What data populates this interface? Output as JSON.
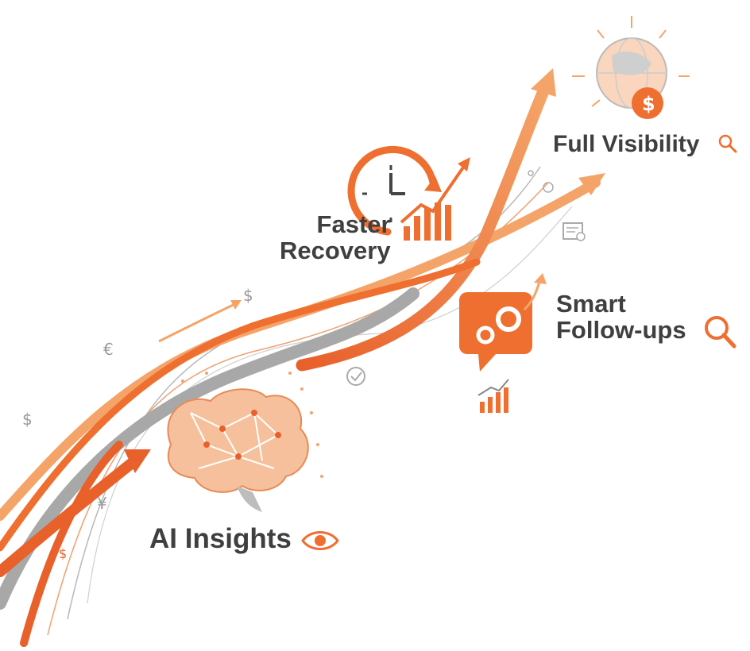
{
  "labels": {
    "ai_insights": "AI Insights",
    "faster": "Faster",
    "recovery": "Recovery",
    "smart": "Smart",
    "followups": "Follow-ups",
    "full_visibility": "Full Visibility"
  },
  "currency_symbols": {
    "dollar_top": "$",
    "euro": "€",
    "dollar_left": "$",
    "yen": "¥",
    "dollar_bottom": "$",
    "dollar_coin": "$"
  },
  "icons": [
    "brain-icon",
    "eye-icon",
    "clock-icon",
    "bar-chart-icon",
    "gear-chat-icon",
    "search-icon",
    "globe-icon",
    "coin-icon",
    "check-circle-icon",
    "document-icon"
  ],
  "colors": {
    "orange": "#f07a3a",
    "orange_light": "#f5a469",
    "orange_dark": "#e8602a",
    "grey": "#a8a8a8",
    "text": "#3f3f3f"
  }
}
